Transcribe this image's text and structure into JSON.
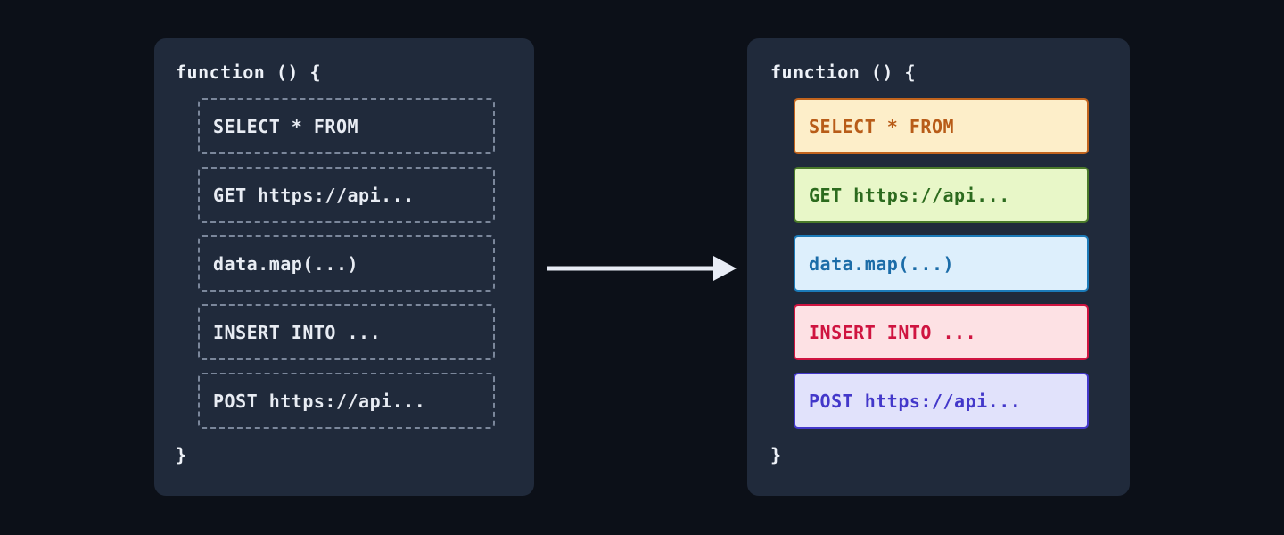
{
  "background_color": "#0c1018",
  "panel_color": "#202a3b",
  "arrow": {
    "icon": "right-arrow-icon",
    "color": "#e8ecf5",
    "direction": "right"
  },
  "before": {
    "title": "before-panel",
    "open_brace": "function () {",
    "close_brace": "}",
    "block_border_color": "#7b879b",
    "block_text_color": "#e8ecf3",
    "blocks": [
      {
        "label": "SELECT * FROM"
      },
      {
        "label": "GET https://api..."
      },
      {
        "label": "data.map(...)"
      },
      {
        "label": "INSERT INTO ..."
      },
      {
        "label": "POST https://api..."
      }
    ]
  },
  "after": {
    "title": "after-panel",
    "open_brace": "function () {",
    "close_brace": "}",
    "blocks": [
      {
        "label": "SELECT * FROM",
        "category": "sql-select",
        "bg": "#fdeec9",
        "border": "#c2641d",
        "text": "#b85c18"
      },
      {
        "label": "GET https://api...",
        "category": "http-get",
        "bg": "#e8f7c8",
        "border": "#4a7a2a",
        "text": "#2c6b1e"
      },
      {
        "label": "data.map(...)",
        "category": "compute",
        "bg": "#ddeffc",
        "border": "#1b7ab8",
        "text": "#1b6ca8"
      },
      {
        "label": "INSERT INTO ...",
        "category": "sql-insert",
        "bg": "#fde1e4",
        "border": "#cf1440",
        "text": "#cf1440"
      },
      {
        "label": "POST https://api...",
        "category": "http-post",
        "bg": "#e1e2fb",
        "border": "#4338ca",
        "text": "#4338ca"
      }
    ]
  }
}
